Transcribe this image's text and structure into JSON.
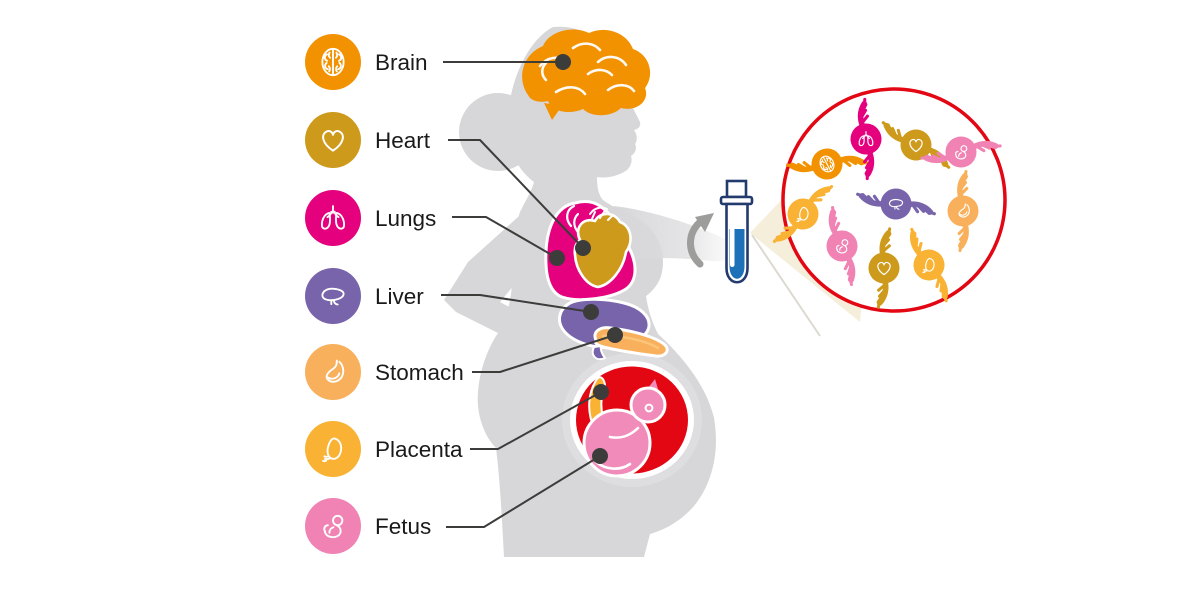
{
  "figure": {
    "legend": {
      "items": [
        {
          "id": "brain",
          "label": "Brain"
        },
        {
          "id": "heart",
          "label": "Heart"
        },
        {
          "id": "lungs",
          "label": "Lungs"
        },
        {
          "id": "liver",
          "label": "Liver"
        },
        {
          "id": "stomach",
          "label": "Stomach"
        },
        {
          "id": "placenta",
          "label": "Placenta"
        },
        {
          "id": "fetus",
          "label": "Fetus"
        }
      ]
    },
    "palette": {
      "brain": "#F39200",
      "heart": "#CE9A1C",
      "lungs": "#E5017E",
      "liver": "#7864AB",
      "stomach": "#F8B05C",
      "placenta": "#F9B233",
      "fetus": "#F083B3",
      "fetus_fill": "#F18CBA",
      "silhouette": "#D7D7D9",
      "belly_ring": "#DEDEE0",
      "uterus_red": "#E30613",
      "leader_line": "#3C3C3B",
      "label_text": "#1A1A1A",
      "tube_outline": "#223A6D",
      "tube_liquid": "#1D71B8",
      "beam_cone": "#F5EEDB",
      "magnifier_ring": "#E30613",
      "arrow_gray": "#9D9D9C"
    },
    "magnified_view": {
      "molecule_organs": [
        "brain",
        "lungs",
        "heart",
        "fetus",
        "placenta",
        "liver",
        "stomach",
        "fetus",
        "heart",
        "placenta"
      ]
    }
  }
}
